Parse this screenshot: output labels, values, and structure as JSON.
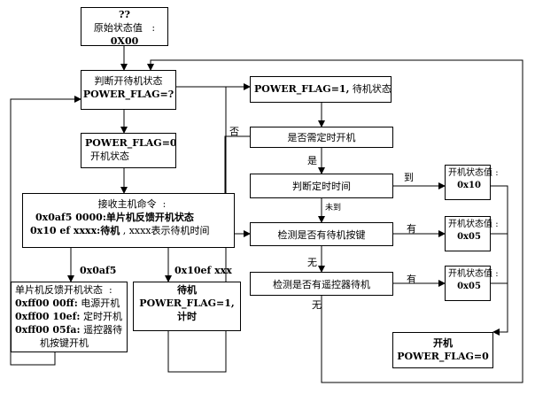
{
  "boxes": {
    "start": {
      "line1": "??",
      "line2": "原始状态值",
      "line2_suffix": ":",
      "line3": "0X00"
    },
    "judge_power": {
      "line1": "判断开待机状态",
      "line2": "POWER_FLAG=?"
    },
    "power_flag0": {
      "line1": "POWER_FLAG=0",
      "line2": "开机状态"
    },
    "receive_cmd": {
      "line1": "接收主机命令",
      "line1_suffix": ":",
      "line2": "0x0af5 0000:单片机反馈开机状态",
      "line3a": "0x10 ef xxxx:",
      "line3b": "待机",
      "line3c": ", xxxx表示待机时间"
    },
    "mcu_feedback": {
      "line1": "单片机反馈开机状态",
      "line1_suffix": ":",
      "line2a": "0xff00 00ff:",
      "line2b": "电源开机",
      "line3a": "0xff00 10ef:",
      "line3b": "定时开机",
      "line4a": "0xff00 05fa:",
      "line4b": "遥控器待",
      "line5": "机按键开机"
    },
    "standby_box": {
      "line1": "待机",
      "line2": "POWER_FLAG=1,",
      "line3": "计时"
    },
    "power_flag1": {
      "line1": "POWER_FLAG=1,",
      "line1b": "待机状态"
    },
    "need_timer": {
      "text": "是否需定时开机"
    },
    "judge_timer": {
      "text": "判断定时时间"
    },
    "detect_key": {
      "text": "检测是否有待机按键"
    },
    "detect_remote": {
      "text": "检测是否有遥控器待机"
    },
    "state_10": {
      "line1": "开机状态值",
      "suffix": ":",
      "line2": "0x10"
    },
    "state_05a": {
      "line1": "开机状态值",
      "suffix": ":",
      "line2": "0x05"
    },
    "state_05b": {
      "line1": "开机状态值",
      "suffix": ":",
      "line2": "0x05"
    },
    "boot": {
      "line1": "开机",
      "line2": "POWER_FLAG=0"
    }
  },
  "labels": {
    "no1": "否",
    "yes1": "是",
    "reach": "到",
    "not_reach": "未到",
    "have1": "有",
    "none1": "无",
    "have2": "有",
    "none2": "无",
    "cmd_0af5": "0x0af5",
    "cmd_10ef": "0x10ef xxx"
  },
  "colors": {
    "line": "#000000",
    "box_fill": "#ffffff"
  }
}
